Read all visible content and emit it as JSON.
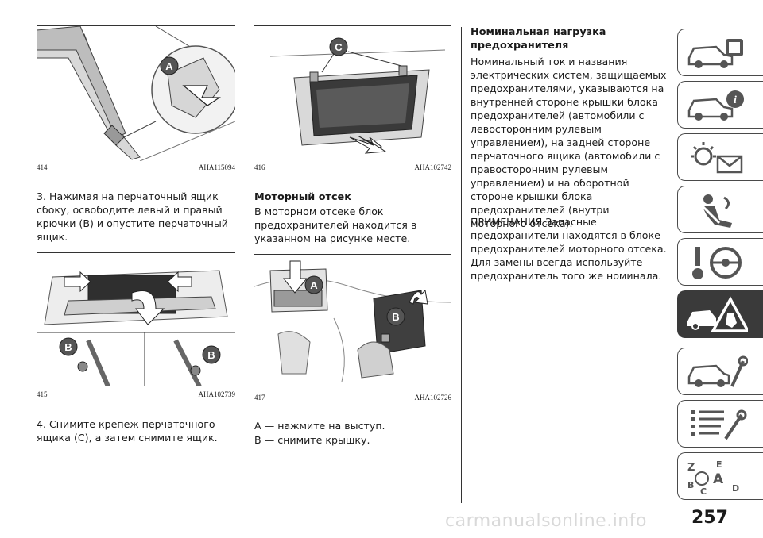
{
  "figures": {
    "f414": {
      "num": "414",
      "code": "AHA115094",
      "label": "A"
    },
    "f415": {
      "num": "415",
      "code": "AHA102739",
      "label_left": "B",
      "label_right": "B"
    },
    "f416": {
      "num": "416",
      "code": "AHA102742",
      "label": "C"
    },
    "f417": {
      "num": "417",
      "code": "AHA102726",
      "label_a": "A",
      "label_b": "B"
    }
  },
  "col1": {
    "step3": "3. Нажимая на перчаточный ящик сбоку, освободите левый и правый крючки (B) и опустите перчаточный ящик.",
    "step4": "4. Снимите крепеж перчаточного ящика (C), а затем снимите ящик."
  },
  "col2": {
    "heading": "Моторный отсек",
    "text": "В моторном отсеке блок предохранителей находится в указанном на рисунке месте.",
    "legend_a": "A — нажмите на выступ.",
    "legend_b": "B — снимите крышку."
  },
  "col3": {
    "heading": "Номинальная нагрузка предохранителя",
    "para1": "Номинальный ток и названия электрических систем, защищаемых предохранителями, указываются на внутренней стороне крышки блока предохранителей (автомобили с левосторонним рулевым управлением), на задней стороне перчаточного ящика (автомобили с правосторонним рулевым управлением) и на оборотной стороне крышки блока предохранителей (внутри моторного отсека).",
    "note_label": "ПРИМЕЧАНИЯ",
    "note_text": " Запасные предохранители находятся в блоке предохранителей моторного отсека. Для замены всегда используйте предохранитель того же номинала."
  },
  "tabs": [
    {
      "icon": "car-info-icon"
    },
    {
      "icon": "car-info-icon"
    },
    {
      "icon": "warning-lights-icon"
    },
    {
      "icon": "seatbelt-airbag-icon"
    },
    {
      "icon": "steering-key-icon"
    },
    {
      "icon": "emergency-triangle-icon",
      "active": true
    },
    {
      "icon": "car-maintenance-icon"
    },
    {
      "icon": "specifications-icon"
    },
    {
      "icon": "alphabet-index-icon"
    }
  ],
  "page_number": "257",
  "watermark": "carmanualsonline.info"
}
